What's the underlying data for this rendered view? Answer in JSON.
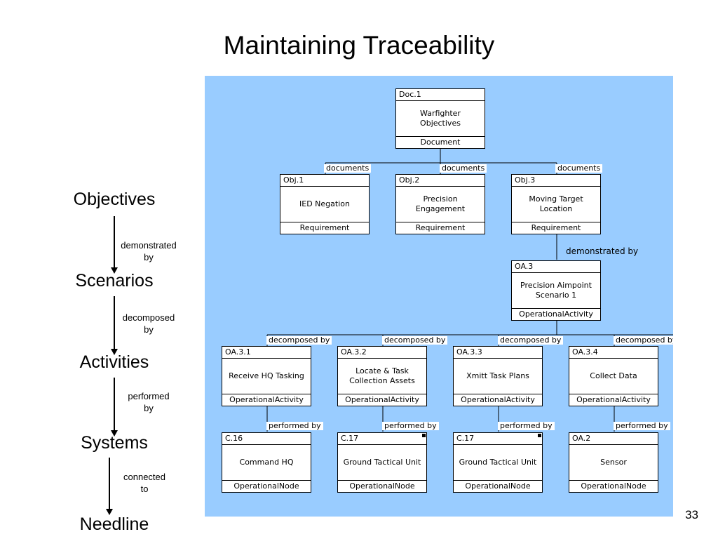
{
  "title": "Maintaining Traceability",
  "levels": [
    "Objectives",
    "Scenarios",
    "Activities",
    "Systems",
    "Needline"
  ],
  "level_relations": [
    [
      "demonstrated",
      "by"
    ],
    [
      "decomposed",
      "by"
    ],
    [
      "performed",
      "by"
    ],
    [
      "connected",
      "to"
    ]
  ],
  "page_number": "33",
  "diagram": {
    "doc": {
      "id": "Doc.1",
      "name": "Warfighter Objectives",
      "type": "Document"
    },
    "objectives": [
      {
        "id": "Obj.1",
        "name": "IED Negation",
        "type": "Requirement"
      },
      {
        "id": "Obj.2",
        "name": "Precision Engagement",
        "type": "Requirement"
      },
      {
        "id": "Obj.3",
        "name": "Moving Target Location",
        "type": "Requirement"
      }
    ],
    "scenario": {
      "id": "OA.3",
      "name": "Precision Aimpoint Scenario 1",
      "type": "OperationalActivity"
    },
    "activities": [
      {
        "id": "OA.3.1",
        "name": "Receive HQ Tasking",
        "type": "OperationalActivity"
      },
      {
        "id": "OA.3.2",
        "name": "Locate & Task Collection Assets",
        "type": "OperationalActivity"
      },
      {
        "id": "OA.3.3",
        "name": "Xmitt Task Plans",
        "type": "OperationalActivity"
      },
      {
        "id": "OA.3.4",
        "name": "Collect Data",
        "type": "OperationalActivity"
      }
    ],
    "systems": [
      {
        "id": "C.16",
        "name": "Command HQ",
        "type": "OperationalNode"
      },
      {
        "id": "C.17",
        "name": "Ground Tactical Unit",
        "type": "OperationalNode"
      },
      {
        "id": "C.17",
        "name": "Ground Tactical Unit",
        "type": "OperationalNode"
      },
      {
        "id": "OA.2",
        "name": "Sensor",
        "type": "OperationalNode"
      }
    ],
    "rel_documents": "documents",
    "rel_demonstrated": "demonstrated by",
    "rel_decomposed": "decomposed by",
    "rel_performed": "performed by"
  }
}
